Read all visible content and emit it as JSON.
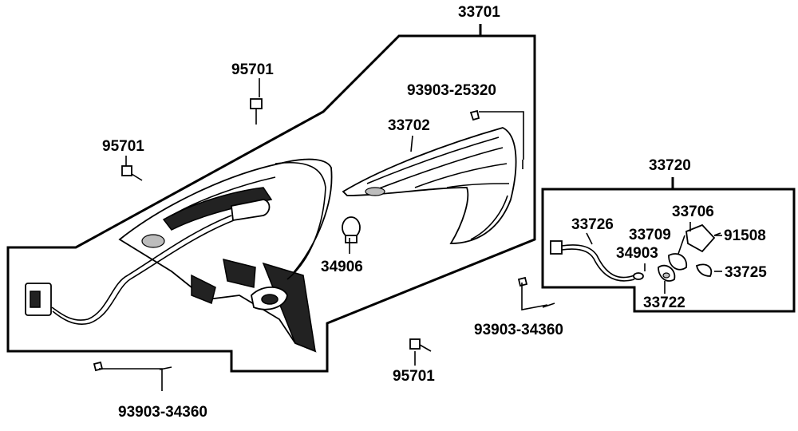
{
  "diagram": {
    "callouts": {
      "c33701": "33701",
      "c95701_top": "95701",
      "c95701_left": "95701",
      "c93903_25320": "93903-25320",
      "c33702": "33702",
      "c34906": "34906",
      "c33720": "33720",
      "c33706": "33706",
      "c33726": "33726",
      "c33709": "33709",
      "c91508": "91508",
      "c34903": "34903",
      "c33725": "33725",
      "c33722": "33722",
      "c93903_34360_right": "93903-34360",
      "c95701_bottom": "95701",
      "c93903_34360_bottom": "93903-34360"
    },
    "line_color": "#000000",
    "background": "#ffffff"
  }
}
